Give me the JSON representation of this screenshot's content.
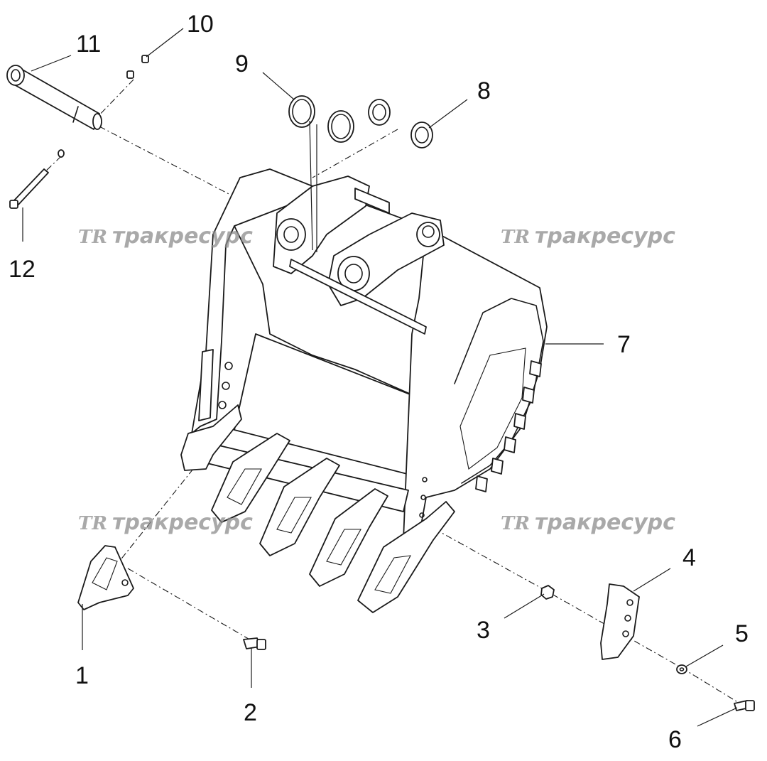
{
  "callouts": {
    "p1": "1",
    "p2": "2",
    "p3": "3",
    "p4": "4",
    "p5": "5",
    "p6": "6",
    "p7": "7",
    "p8": "8",
    "p9": "9",
    "p10": "10",
    "p11": "11",
    "p12": "12"
  },
  "watermark": {
    "logo": "TR",
    "text": "тракресурс",
    "color": "#8c8c8c"
  }
}
